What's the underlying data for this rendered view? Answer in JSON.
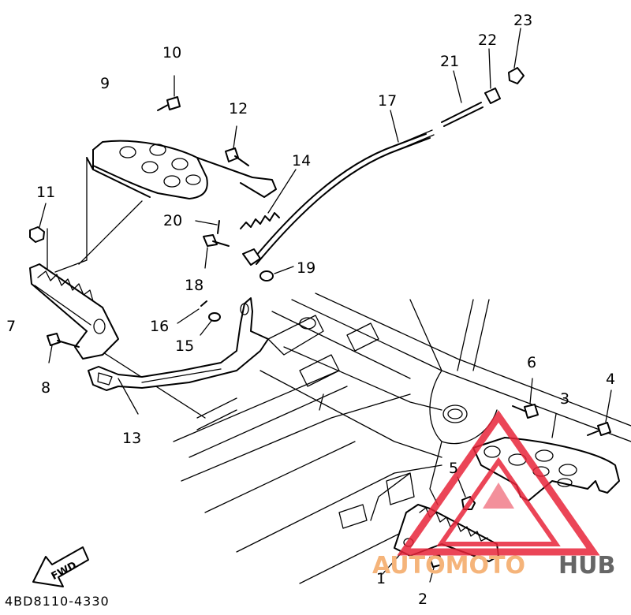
{
  "callouts": [
    {
      "id": "1",
      "text": "1"
    },
    {
      "id": "2",
      "text": "2"
    },
    {
      "id": "3",
      "text": "3"
    },
    {
      "id": "4",
      "text": "4"
    },
    {
      "id": "5",
      "text": "5"
    },
    {
      "id": "6",
      "text": "6"
    },
    {
      "id": "7",
      "text": "7"
    },
    {
      "id": "8",
      "text": "8"
    },
    {
      "id": "9",
      "text": "9"
    },
    {
      "id": "10",
      "text": "10"
    },
    {
      "id": "11",
      "text": "11"
    },
    {
      "id": "12",
      "text": "12"
    },
    {
      "id": "13",
      "text": "13"
    },
    {
      "id": "14",
      "text": "14"
    },
    {
      "id": "15",
      "text": "15"
    },
    {
      "id": "16",
      "text": "16"
    },
    {
      "id": "17",
      "text": "17"
    },
    {
      "id": "18",
      "text": "18"
    },
    {
      "id": "19",
      "text": "19"
    },
    {
      "id": "20",
      "text": "20"
    },
    {
      "id": "21",
      "text": "21"
    },
    {
      "id": "22",
      "text": "22"
    },
    {
      "id": "23",
      "text": "23"
    }
  ],
  "fwd_label": "FWD",
  "part_code": "4BD8110-4330",
  "watermark": {
    "part1": "AUTOMOTO",
    "part2": "HUB",
    "color_primary": "#f5b47a",
    "color_secondary": "#666666",
    "logo_color": "#e8253a"
  },
  "colors": {
    "line": "#000000",
    "background": "#ffffff"
  }
}
